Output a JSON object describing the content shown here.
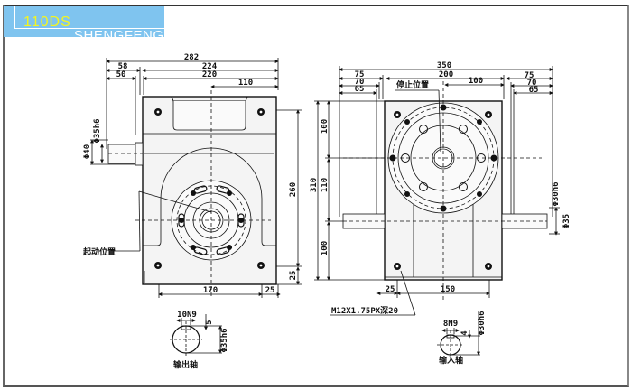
{
  "title": {
    "model": "110DS",
    "brand": "SHENGFENG"
  },
  "colors": {
    "badge_bg": "#7fc4ef",
    "model_text": "#f5f51e",
    "brand_text": "#ffffff",
    "line": "#111111",
    "body_fill": "#f4f4f4"
  },
  "side_view": {
    "dims_top": [
      "282",
      "58",
      "224",
      "50",
      "220",
      "110"
    ],
    "dims_right": [
      "260",
      "25"
    ],
    "dims_bottom": [
      "170",
      "25"
    ],
    "shaft_dims": [
      "Φ35h6",
      "Φ40"
    ],
    "start_label": "起动位置"
  },
  "front_view": {
    "dims_top": [
      "350",
      "75",
      "200",
      "75",
      "70",
      "70",
      "65",
      "65",
      "100"
    ],
    "stop_label": "停止位置",
    "dims_left": [
      "310",
      "100",
      "110",
      "100"
    ],
    "dims_bottom": [
      "25",
      "150"
    ],
    "shaft_dims": [
      "Φ30h6",
      "Φ35"
    ],
    "thread_label": "M12X1.75PX深20"
  },
  "output_shaft": {
    "key": "10N9",
    "depth": "5",
    "dia": "Φ35h6",
    "label": "输出轴"
  },
  "input_shaft": {
    "key": "8N9",
    "depth": "4",
    "dia": "Φ30h6",
    "label": "输入轴"
  }
}
